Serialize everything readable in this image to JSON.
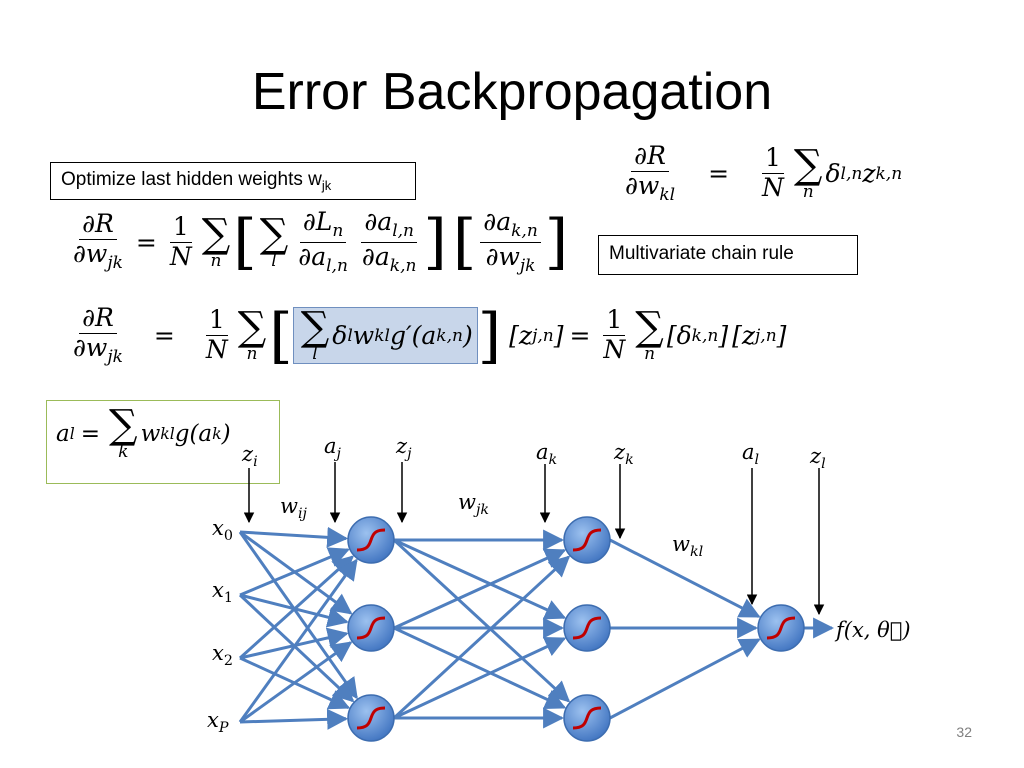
{
  "slide": {
    "title": "Error Backpropagation",
    "page_number": "32"
  },
  "boxes": {
    "optimize_text": "Optimize last hidden weights w",
    "optimize_sub": "jk",
    "chain_rule": "Multivariate chain rule"
  },
  "equations": {
    "top_right": {
      "lhs_num": "∂R",
      "lhs_den": "∂w",
      "lhs_den_sub": "kl",
      "equals": "=",
      "coef_num": "1",
      "coef_den": "N",
      "sum_limit": "n",
      "rhs": "δ",
      "rhs_sub1": "l,n",
      "rhs_z": "z",
      "rhs_sub2": "k,n"
    },
    "eq1": {
      "lhs_num": "∂R",
      "lhs_den": "∂w",
      "lhs_den_sub": "jk",
      "coef_num": "1",
      "coef_den": "N",
      "sum1_limit": "n",
      "sum2_limit": "l",
      "f1_num": "∂L",
      "f1_num_sub": "n",
      "f1_den": "∂a",
      "f1_den_sub": "l,n",
      "f2_num": "∂a",
      "f2_num_sub": "l,n",
      "f2_den": "∂a",
      "f2_den_sub": "k,n",
      "f3_num": "∂a",
      "f3_num_sub": "k,n",
      "f3_den": "∂w",
      "f3_den_sub": "jk"
    },
    "eq2": {
      "lhs_num": "∂R",
      "lhs_den": "∂w",
      "lhs_den_sub": "jk",
      "coef_num": "1",
      "coef_den": "N",
      "sum1_limit": "n",
      "sum2_limit": "l",
      "inner": "δ",
      "inner_sub": "l",
      "inner_w": "w",
      "inner_w_sub": "kl",
      "inner_g": "g′(a",
      "inner_g_sub": "k,n",
      "inner_close": ")",
      "z_term": "[z",
      "z_sub": "j,n",
      "z_close": "]",
      "coef2_num": "1",
      "coef2_den": "N",
      "sum3_limit": "n",
      "d_term": "[δ",
      "d_sub": "k,n",
      "d_close": "]",
      "z2_term": "[z",
      "z2_sub": "j,n",
      "z2_close": "]"
    },
    "activation": {
      "lhs": "a",
      "lhs_sub": "l",
      "equals": "=",
      "sum_limit": "k",
      "rhs_w": "w",
      "rhs_w_sub": "kl",
      "rhs_g": "g(a",
      "rhs_g_sub": "k",
      "rhs_close": ")"
    }
  },
  "network": {
    "inputs": [
      {
        "base": "x",
        "sub": "0"
      },
      {
        "base": "x",
        "sub": "1"
      },
      {
        "base": "x",
        "sub": "2"
      },
      {
        "base": "x",
        "sub": "P"
      }
    ],
    "labels": {
      "z_i": {
        "base": "z",
        "sub": "i"
      },
      "w_ij": {
        "base": "w",
        "sub": "ij"
      },
      "a_j": {
        "base": "a",
        "sub": "j"
      },
      "z_j": {
        "base": "z",
        "sub": "j"
      },
      "w_jk": {
        "base": "w",
        "sub": "jk"
      },
      "a_k": {
        "base": "a",
        "sub": "k"
      },
      "z_k": {
        "base": "z",
        "sub": "k"
      },
      "w_kl": {
        "base": "w",
        "sub": "kl"
      },
      "a_l": {
        "base": "a",
        "sub": "l"
      },
      "z_l": {
        "base": "z",
        "sub": "l"
      }
    },
    "output": "f(x, θ⃗)",
    "colors": {
      "node_fill": "#5b8fd6",
      "edge": "#4f7fbf",
      "sigmoid": "#c00000"
    }
  }
}
